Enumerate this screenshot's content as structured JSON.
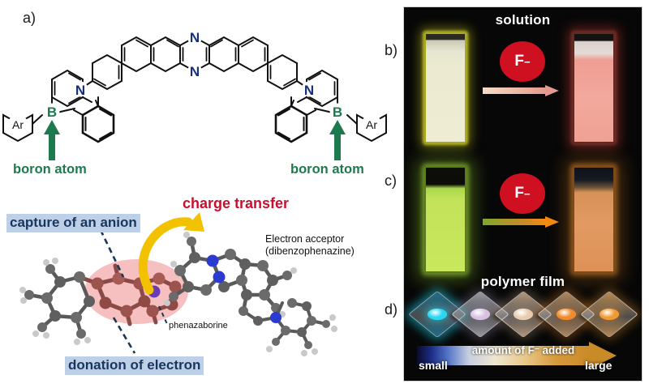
{
  "figure": {
    "panels": {
      "a": "a)",
      "b": "b)",
      "c": "c)",
      "d": "d)"
    }
  },
  "structure": {
    "atom_labels": {
      "nitrogen_core_top": "N",
      "nitrogen_core_bottom": "N",
      "amine_left": "N",
      "amine_right": "N",
      "boron_left": "B",
      "boron_right": "B",
      "aryl_left": "Ar",
      "aryl_right": "Ar"
    },
    "annotations": {
      "boron_left": "boron atom",
      "boron_right": "boron atom"
    },
    "colors": {
      "nitrogen": "#16307d",
      "boron": "#1d7a4f",
      "bond": "#111111",
      "annotation": "#1d7a4f"
    }
  },
  "mechanism": {
    "capture_label": "capture of an anion",
    "donation_label": "donation of electron",
    "charge_transfer_label": "charge transfer",
    "acceptor_label_line1": "Electron acceptor",
    "acceptor_label_line2": "(dibenzophenazine)",
    "phenazaborine_label": "phenazaborine",
    "colors": {
      "highlight_bg": "#bdd0e8",
      "highlight_text": "#19365e",
      "charge_transfer": "#c8102e",
      "ct_arrow": "#f2c200",
      "donor_region": "#f4b5b5"
    }
  },
  "photos": {
    "solution_title": "solution",
    "polymer_title": "polymer film",
    "anion_symbol": "F",
    "anion_charge": "−",
    "axis": {
      "caption": "amount of F",
      "caption_charge": "−",
      "caption_tail": " added",
      "small": "small",
      "large": "large"
    },
    "solution_row": {
      "before_color": "#ecead0",
      "after_color": "#f2a99d"
    },
    "polymer_row": {
      "before_color": "#c9e85c",
      "after_color": "#e29a62"
    },
    "film_chips": [
      {
        "plate": "#1a6f8e",
        "dot": "#27d8f2",
        "glow": "rgba(39,216,242,0.55)"
      },
      {
        "plate": "#9a9aa6",
        "dot": "#d8c3e2",
        "glow": "rgba(190,170,210,0.30)"
      },
      {
        "plate": "#b79a7e",
        "dot": "#e8cdb2",
        "glow": "rgba(215,180,140,0.30)"
      },
      {
        "plate": "#b78a5c",
        "dot": "#f08a2c",
        "glow": "rgba(240,138,44,0.35)"
      },
      {
        "plate": "#bd8c52",
        "dot": "#f09a33",
        "glow": "rgba(240,154,51,0.35)"
      }
    ],
    "background": "#070707"
  }
}
